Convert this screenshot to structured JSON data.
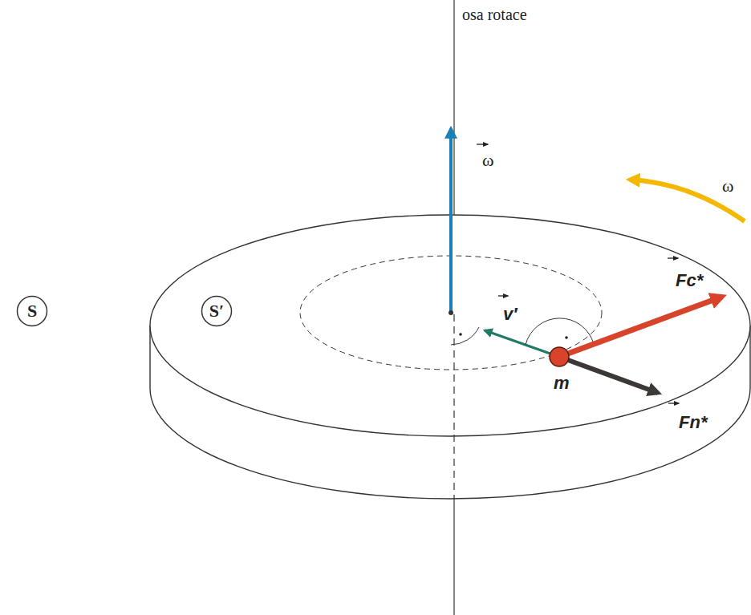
{
  "diagram": {
    "nodes": [
      {
        "text": [
          "S"
        ]
      },
      {
        "text": [
          "S′"
        ]
      }
    ],
    "labels": [
      "osa rotace",
      "ω",
      "ω",
      "v′",
      "Fc*",
      "Fn*",
      "m"
    ]
  }
}
